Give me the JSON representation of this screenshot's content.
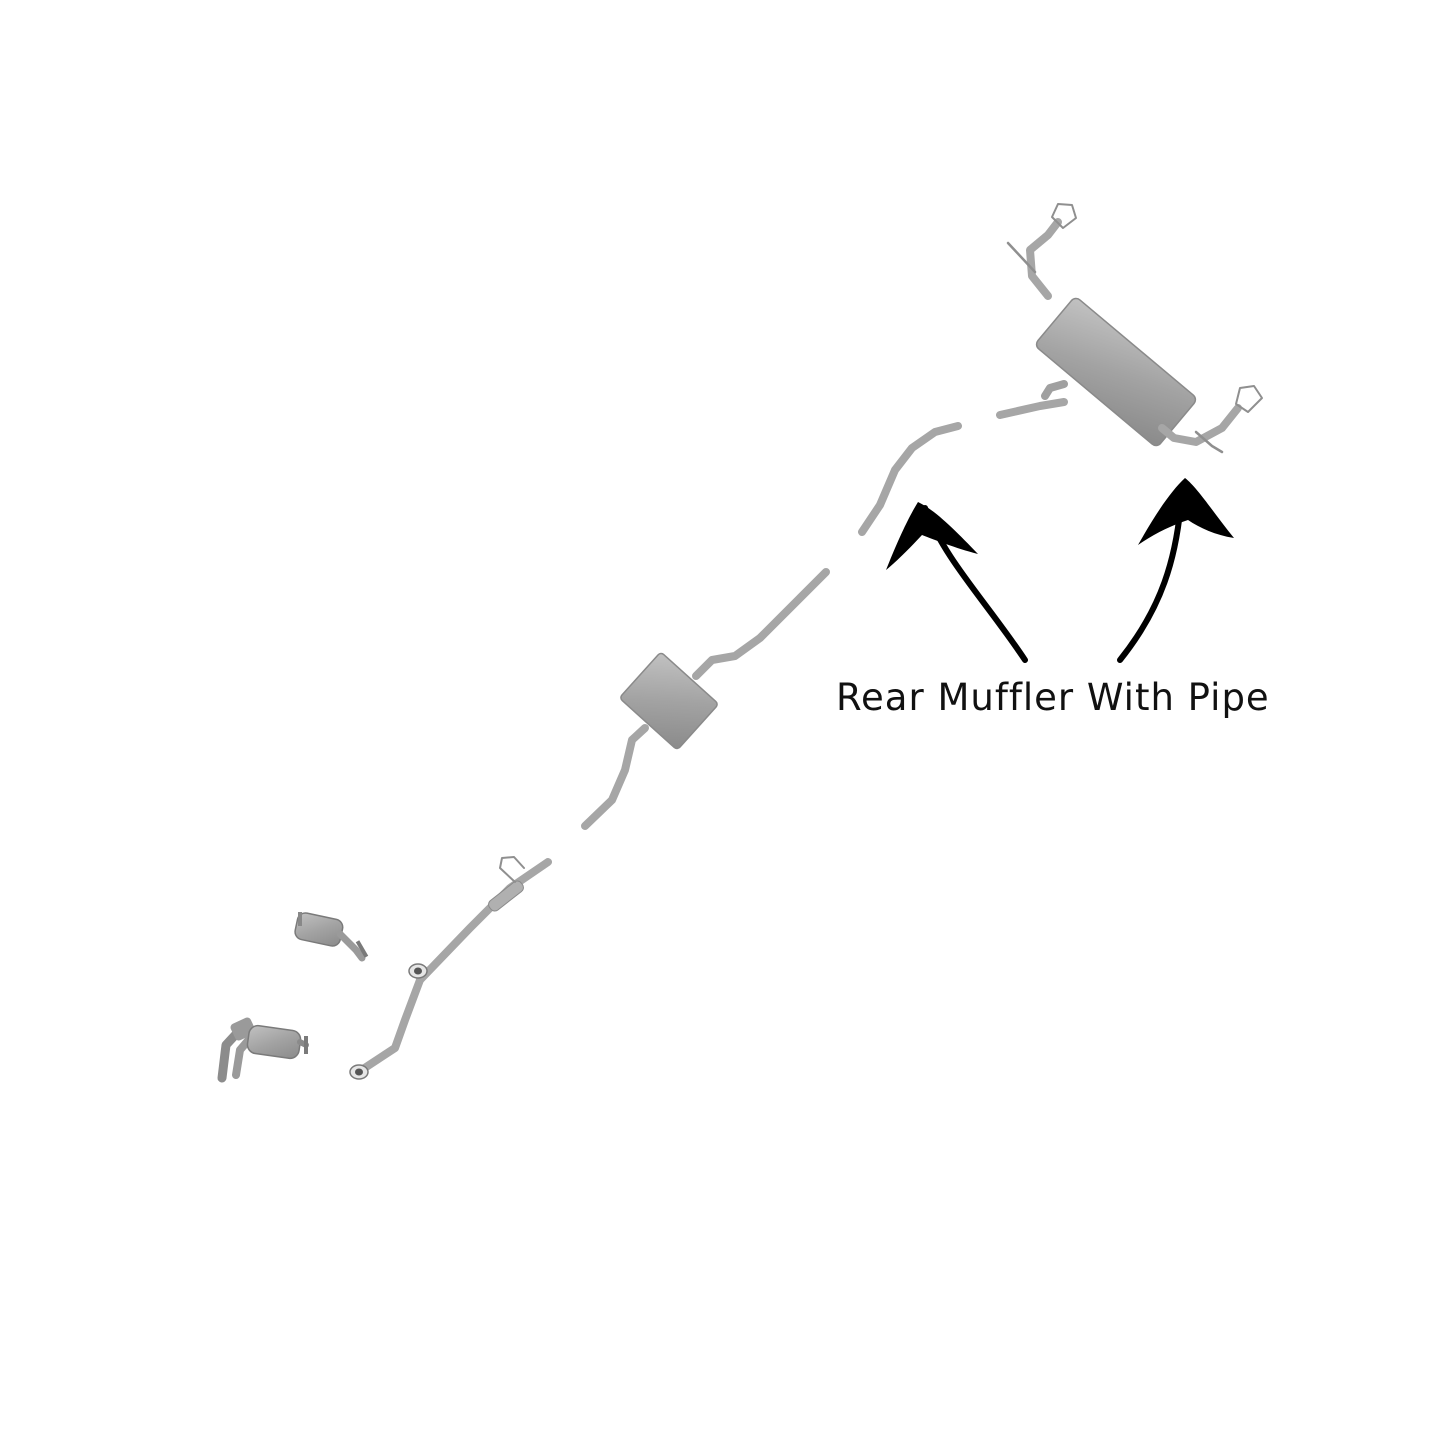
{
  "callout": {
    "label": "Rear Muffler With Pipe"
  },
  "colors": {
    "part": "#a4a4a4",
    "part_dark": "#7d7d7d",
    "part_light": "#c6c6c6",
    "arrow": "#000000",
    "background": "#ffffff"
  },
  "parts": [
    "exhaust-manifold-catalytic-converter",
    "front-catalytic-converter",
    "front-pipe-with-resonator",
    "center-muffler-pipe",
    "rear-intermediate-pipe",
    "rear-muffler-with-pipe"
  ]
}
